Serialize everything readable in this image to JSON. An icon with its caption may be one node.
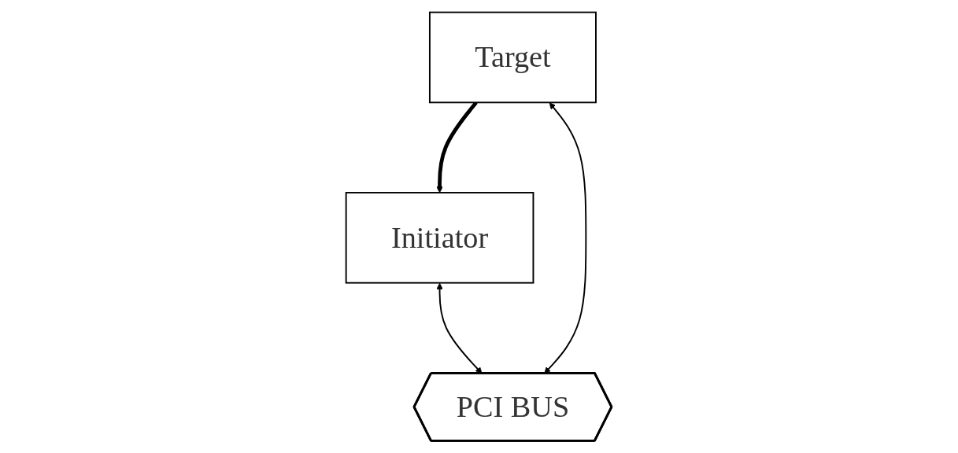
{
  "diagram": {
    "nodes": [
      {
        "text": [
          "Initiator"
        ]
      },
      {
        "text": [
          "Target"
        ]
      },
      {
        "text": [
          "PCI BUS"
        ]
      }
    ],
    "edges": [
      {
        "from": 0,
        "to": 2,
        "arrow": "both"
      },
      {
        "from": 1,
        "to": 2,
        "arrow": "both"
      },
      {
        "from": 1,
        "to": 0,
        "arrow": "to",
        "style": "thick"
      }
    ]
  }
}
